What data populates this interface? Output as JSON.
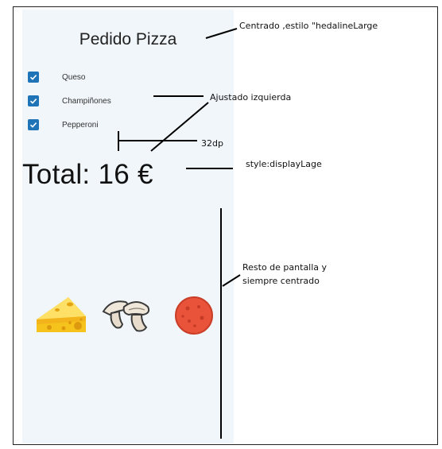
{
  "app": {
    "title": "Pedido Pizza",
    "options": [
      {
        "label": "Queso",
        "checked": true
      },
      {
        "label": "Champiñones",
        "checked": true
      },
      {
        "label": "Pepperoni",
        "checked": true
      }
    ],
    "total_text": "Total: 16 €",
    "images": [
      "cheese-icon",
      "mushroom-icon",
      "pepperoni-icon"
    ]
  },
  "annotations": {
    "title_note": "Centrado  ,estilo \"hedalineLarge",
    "align_note": "Ajustado izquierda",
    "spacing_note": "32dp",
    "total_note": "style:displayLage",
    "rest_note_1": "Resto de pantalla y",
    "rest_note_2": "siempre centrado"
  },
  "colors": {
    "checkbox": "#1f73b7",
    "phone_background": "#f0f6fa"
  }
}
